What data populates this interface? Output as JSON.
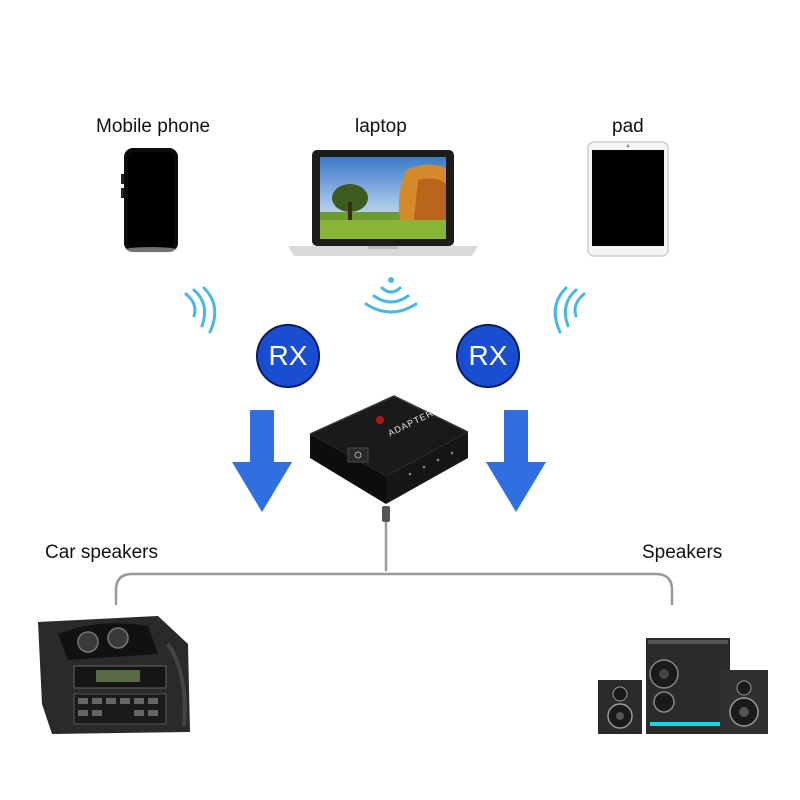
{
  "devices": {
    "mobile_phone": "Mobile phone",
    "laptop": "laptop",
    "pad": "pad"
  },
  "receiver": {
    "left_badge": "RX",
    "right_badge": "RX",
    "brand_text": "ADAPTER"
  },
  "outputs": {
    "car_speakers": "Car speakers",
    "speakers": "Speakers"
  },
  "colors": {
    "wave": "#49b7e6",
    "arrow": "#2f6fe0",
    "badge": "#1a4ed0",
    "cable": "#9a9a9a"
  }
}
